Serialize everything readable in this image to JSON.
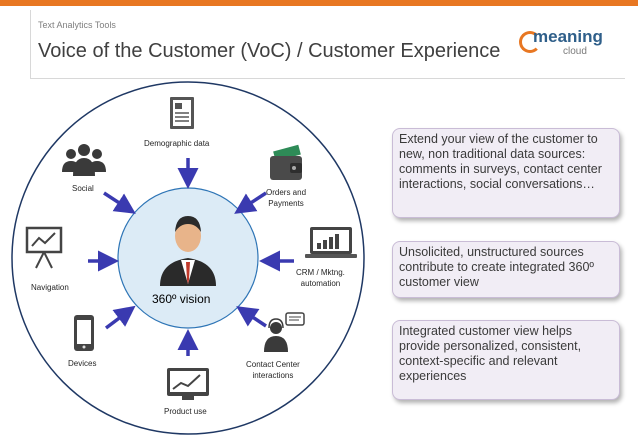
{
  "header": {
    "subtitle": "Text Analytics Tools",
    "title": "Voice of the Customer (VoC) / Customer Experience"
  },
  "logo": {
    "name": "meaning",
    "sub": "cloud"
  },
  "diagram": {
    "center_label": "360º vision",
    "nodes": [
      {
        "label": "Demographic data",
        "icon": "document-icon"
      },
      {
        "label": "Social",
        "icon": "people-icon"
      },
      {
        "label": "Orders and\nPayments",
        "icon": "wallet-icon"
      },
      {
        "label": "Navigation",
        "icon": "presentation-chart-icon"
      },
      {
        "label": "CRM / Mktng.\nautomation",
        "icon": "laptop-chart-icon"
      },
      {
        "label": "Devices",
        "icon": "smartphone-icon"
      },
      {
        "label": "Contact Center\ninteractions",
        "icon": "support-agent-icon"
      },
      {
        "label": "Product use",
        "icon": "monitor-chart-icon"
      }
    ]
  },
  "boxes": [
    "Extend your view of the customer to new, non traditional data sources: comments in surveys, contact center interactions, social conversations…",
    "Unsolicited, unstructured sources contribute to create integrated 360º customer view",
    "Integrated customer view helps provide personalized, consistent, context-specific and relevant experiences"
  ],
  "colors": {
    "accent": "#e87722",
    "arrow": "#3a3ab0",
    "center_fill": "#dcebf6",
    "box_fill": "#f1edf5"
  }
}
